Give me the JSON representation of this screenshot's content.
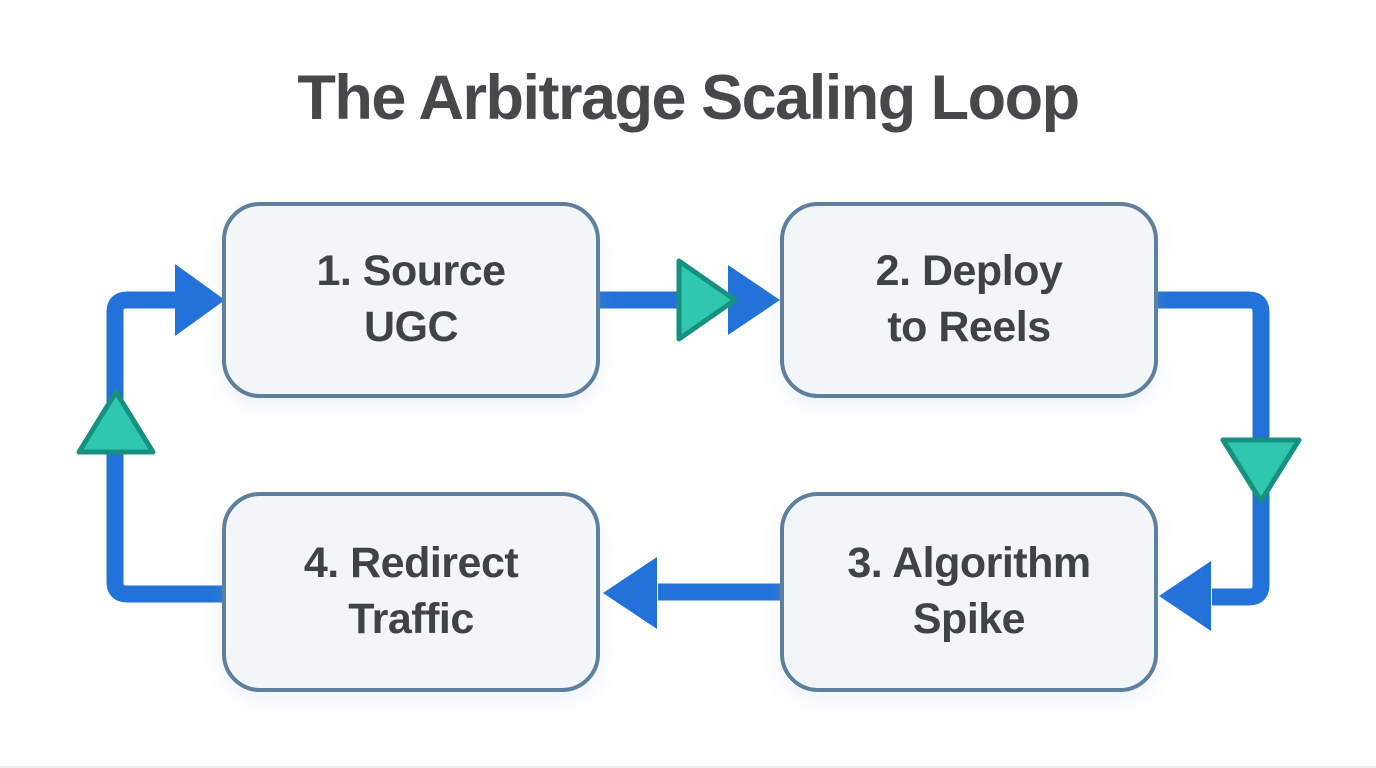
{
  "title": "The Arbitrage Scaling Loop",
  "diagram_type": "cycle",
  "nodes": [
    {
      "id": "source-ugc",
      "label": "1. Source\nUGC"
    },
    {
      "id": "deploy-to-reels",
      "label": "2. Deploy\nto Reels"
    },
    {
      "id": "algorithm-spike",
      "label": "3. Algorithm\nSpike"
    },
    {
      "id": "redirect-traffic",
      "label": "4. Redirect\nTraffic"
    }
  ],
  "edges": [
    {
      "from": "1. Source UGC",
      "to": "2. Deploy to Reels"
    },
    {
      "from": "2. Deploy to Reels",
      "to": "3. Algorithm Spike"
    },
    {
      "from": "3. Algorithm Spike",
      "to": "4. Redirect Traffic"
    },
    {
      "from": "4. Redirect Traffic",
      "to": "1. Source UGC"
    }
  ],
  "colors": {
    "arrow_blue": "#2372d9",
    "marker_teal_fill": "#2fc7ae",
    "marker_teal_stroke": "#169180",
    "box_fill": "#f3f6f9",
    "box_border": "#5e7f9d",
    "title_text": "#48484a",
    "node_text": "#3e4347",
    "background": "#ffffff"
  }
}
